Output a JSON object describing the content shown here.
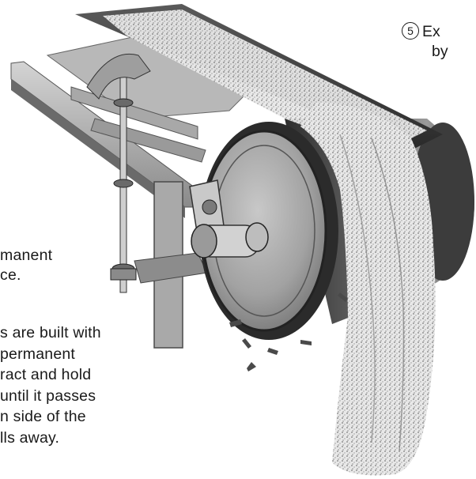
{
  "callout": {
    "number": "5",
    "line1": "Ex",
    "line2": "by"
  },
  "caption_top": {
    "line1": "manent",
    "line2": "ce."
  },
  "caption_bottom": {
    "line1": "s are built with",
    "line2": "permanent",
    "line3": "ract and hold",
    "line4": "until it passes",
    "line5": "n side of the",
    "line6": "lls away."
  },
  "colors": {
    "metal_light": "#bdbdbd",
    "metal_mid": "#8f8f8f",
    "metal_dark": "#3a3a3a",
    "drum_face": "#9a9a9a",
    "material": "#e6e6e6"
  },
  "illustration_subject": "magnetic-head-pulley-conveyor"
}
